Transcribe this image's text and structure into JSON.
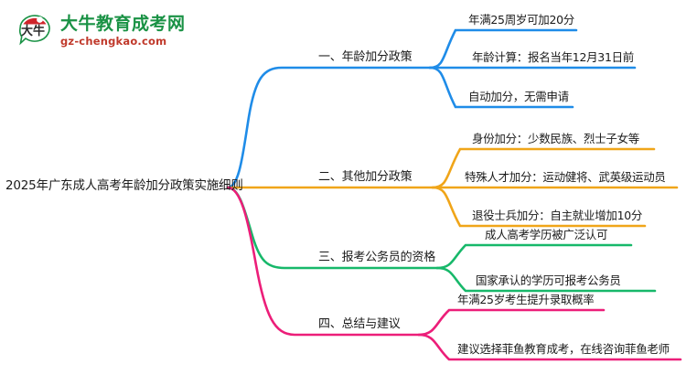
{
  "logo": {
    "name_cn": "大牛教育成考网",
    "domain": "gz-chengkao.com",
    "mark_text": "大牛",
    "green": "#1a9245",
    "red": "#c0392b"
  },
  "mindmap": {
    "root": {
      "label": "2025年广东成人高考年龄加分政策实施细则"
    },
    "branches": [
      {
        "label": "一、年龄加分政策",
        "color": "#1f8ce8",
        "children": [
          {
            "label": "年满25周岁可加20分"
          },
          {
            "label": "年龄计算：报名当年12月31日前"
          },
          {
            "label": "自动加分，无需申请"
          }
        ]
      },
      {
        "label": "二、其他加分政策",
        "color": "#f0a519",
        "children": [
          {
            "label": "身份加分：少数民族、烈士子女等"
          },
          {
            "label": "特殊人才加分：运动健将、武英级运动员"
          },
          {
            "label": "退役士兵加分：自主就业增加10分"
          }
        ]
      },
      {
        "label": "三、报考公务员的资格",
        "color": "#17b86a",
        "children": [
          {
            "label": "成人高考学历被广泛认可"
          },
          {
            "label": "国家承认的学历可报考公务员"
          }
        ]
      },
      {
        "label": "四、总结与建议",
        "color": "#ec1e79",
        "children": [
          {
            "label": "年满25岁考生提升录取概率"
          },
          {
            "label": "建议选择菲鱼教育成考，在线咨询菲鱼老师"
          }
        ]
      }
    ]
  }
}
